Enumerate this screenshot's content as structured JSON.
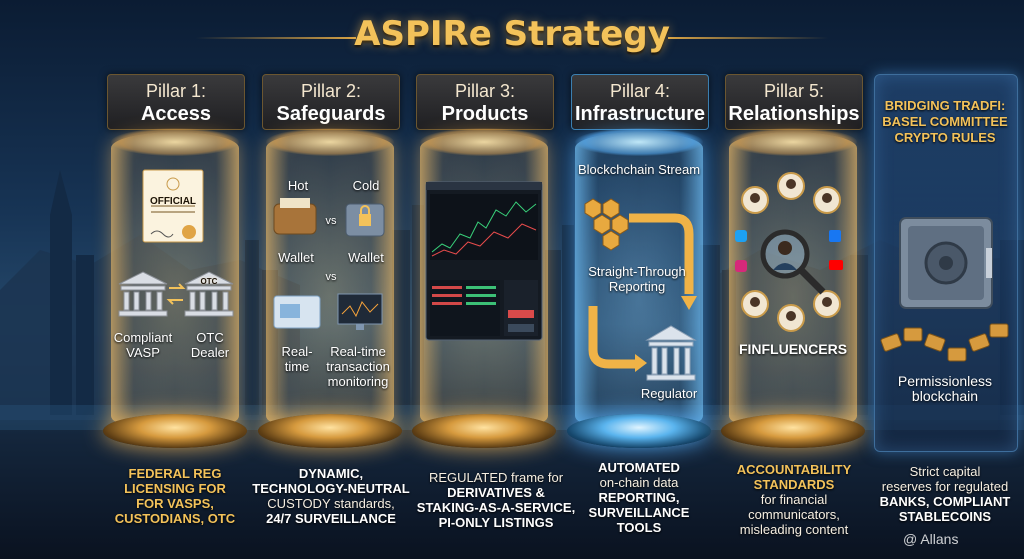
{
  "title": "ASPIRe Strategy",
  "pillars": [
    {
      "label": "Pillar 1:",
      "name": "Access",
      "items": {
        "doc": "OFFICIAL",
        "left": "Compliant VASP",
        "right": "OTC Dealer",
        "right_badge": "OTC"
      },
      "caption": [
        "FEDERAL REG",
        "LICENSING FOR",
        "FOR VASPS,",
        "CUSTODIANS, OTC"
      ]
    },
    {
      "label": "Pillar 2:",
      "name": "Safeguards",
      "items": {
        "hot": "Hot",
        "cold": "Cold",
        "vs": "vs",
        "wallet_left": "Wallet",
        "wallet_right": "Wallet",
        "vs2": "vs",
        "realtime_left": "Real-time",
        "realtime_right": "Real-time transaction monitoring"
      },
      "caption": [
        "DYNAMIC,",
        "TECHNOLOGY-NEUTRAL",
        "CUSTODY standards,",
        "24/7 SURVEILLANCE"
      ]
    },
    {
      "label": "Pillar 3:",
      "name": "Products",
      "items": {
        "screen": "trading-screen"
      },
      "caption": [
        "REGULATED frame for",
        "DERIVATIVES &",
        "STAKING-AS-A-SERVICE,",
        "PI-ONLY LISTINGS"
      ]
    },
    {
      "label": "Pillar 4:",
      "name": "Infrastructure",
      "items": {
        "stream": "Blockchchain Stream",
        "reporting": "Straight-Through Reporting",
        "regulator": "Regulator"
      },
      "caption": [
        "AUTOMATED",
        "on-chain data",
        "REPORTING,",
        "SURVEILLANCE",
        "TOOLS"
      ]
    },
    {
      "label": "Pillar 5:",
      "name": "Relationships",
      "items": {
        "label": "FINFLUENCERS"
      },
      "caption": [
        "ACCOUNTABILITY",
        "STANDARDS",
        "for financial",
        "communicators,",
        "misleading content"
      ]
    }
  ],
  "panel": {
    "heading": [
      "BRIDGING TRADFI:",
      "BASEL COMMITTEE",
      "CRYPTO RULES"
    ],
    "label": "Permissionless blockchain",
    "caption": [
      "Strict capital",
      "reserves for regulated",
      "BANKS, COMPLIANT",
      "STABLECOINS"
    ]
  },
  "watermark": "@ Allans",
  "colors": {
    "gold": "#f3c25a",
    "blue": "#5ab4ee"
  }
}
